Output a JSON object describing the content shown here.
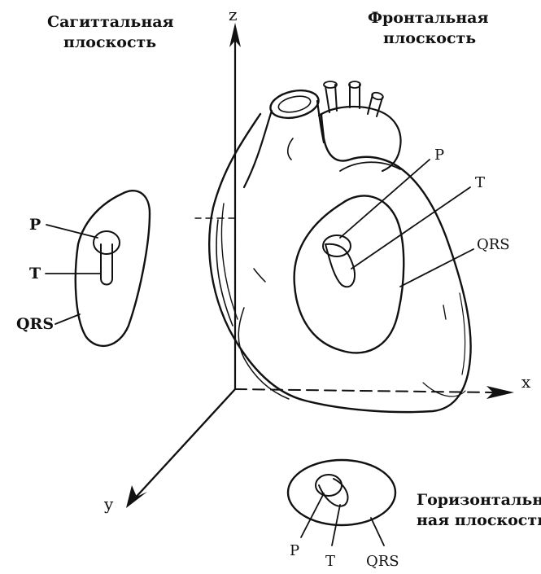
{
  "planes": {
    "sagittal": [
      "Сагиттальная",
      "плоскость"
    ],
    "frontal": [
      "Фронтальная",
      "плоскость"
    ],
    "horizontal": [
      "Горизонтальная",
      "ная плоскость"
    ]
  },
  "axes": {
    "x": "x",
    "y": "y",
    "z": "z"
  },
  "loops": {
    "p": "P",
    "t": "T",
    "qrs": "QRS"
  },
  "colors": {
    "ink": "#111111",
    "paper": "#ffffff"
  }
}
